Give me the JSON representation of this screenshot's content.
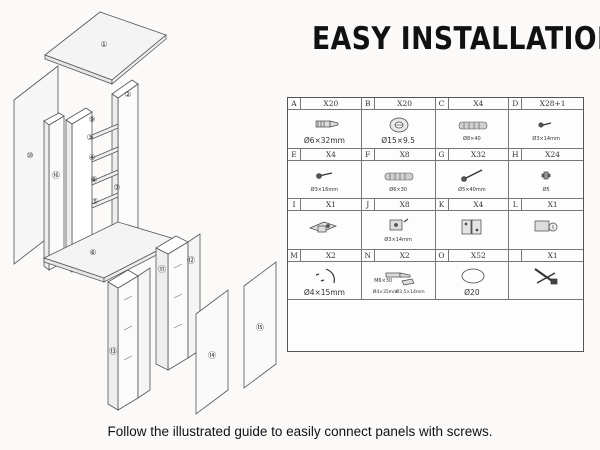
{
  "title": "EASY INSTALLATION",
  "caption": "Follow the illustrated guide to easily connect panels with screws.",
  "panel_numbers": [
    "①",
    "②",
    "③",
    "④",
    "⑤",
    "⑥",
    "⑦",
    "⑧",
    "⑨",
    "⑩",
    "⑪",
    "⑫",
    "⑬",
    "⑭",
    "⑮",
    "⑯"
  ],
  "parts": [
    {
      "letter": "A",
      "qty": "X20",
      "label": "Ø6×32mm",
      "icon": "dowel-screw-icon"
    },
    {
      "letter": "B",
      "qty": "X20",
      "label": "Ø15×9.5",
      "icon": "cam-lock-icon"
    },
    {
      "letter": "C",
      "qty": "X4",
      "label": "Ø8×40",
      "icon": "wooden-dowel-icon"
    },
    {
      "letter": "D",
      "qty": "X28+1",
      "label": "Ø3×14mm",
      "icon": "small-screw-icon"
    },
    {
      "letter": "E",
      "qty": "X4",
      "label": "Ø3×16mm",
      "icon": "screw-icon"
    },
    {
      "letter": "F",
      "qty": "X8",
      "label": "Ø6×30",
      "icon": "wooden-dowel-icon"
    },
    {
      "letter": "G",
      "qty": "X32",
      "label": "Ø5×40mm",
      "icon": "long-screw-icon"
    },
    {
      "letter": "H",
      "qty": "X24",
      "label": "Ø5",
      "icon": "shelf-pin-icon"
    },
    {
      "letter": "I",
      "qty": "X1",
      "label": "",
      "icon": "hinge-plate-icon"
    },
    {
      "letter": "J",
      "qty": "X8",
      "label": "Ø3×14mm",
      "icon": "bracket-screw-icon"
    },
    {
      "letter": "K",
      "qty": "X4",
      "label": "",
      "icon": "hinge-icon"
    },
    {
      "letter": "L",
      "qty": "X1",
      "label": "",
      "icon": "lock-icon"
    },
    {
      "letter": "M",
      "qty": "X2",
      "label": "Ø4×15mm",
      "icon": "cable-tie-icon"
    },
    {
      "letter": "N",
      "qty": "X2",
      "label": "M6×30",
      "label2": "Ø4×35mm",
      "label3": "Ø3.5×14mm",
      "icon": "anchor-kit-icon"
    },
    {
      "letter": "O",
      "qty": "X52",
      "label": "Ø20",
      "icon": "cap-icon"
    },
    {
      "letter": "",
      "qty": "X1",
      "label": "",
      "icon": "tools-icon"
    }
  ]
}
